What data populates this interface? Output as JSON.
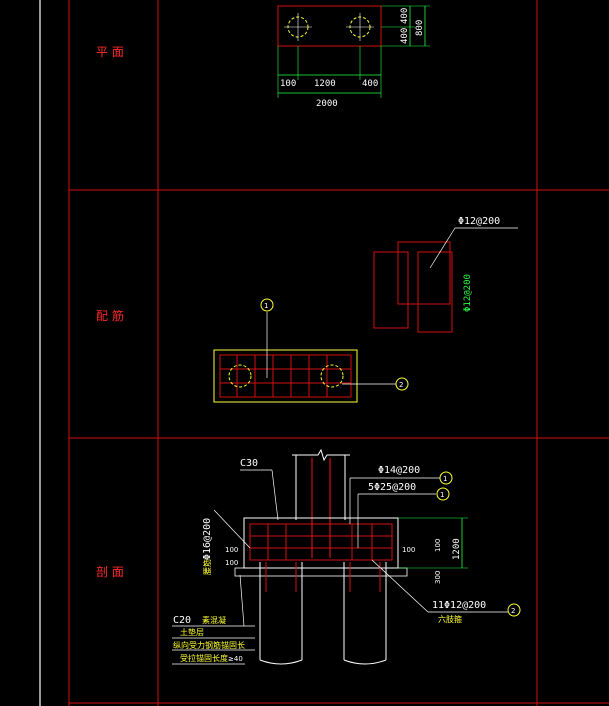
{
  "rows": {
    "plan_label": "平 面",
    "reinforcement_label": "配 筋",
    "section_label": "剖 面"
  },
  "plan": {
    "dim_top_left": "100",
    "dim_top_mid": "1200",
    "dim_top_right": "400",
    "dim_total": "2000",
    "dim_side_a": "400",
    "dim_side_b": "400",
    "dim_side_total": "800"
  },
  "rebar": {
    "detail_label_top": "Φ12@200",
    "detail_label_side": "Φ12@200",
    "bubble_1": "1",
    "bubble_2": "2"
  },
  "section": {
    "concrete_top": "C30",
    "bar_label_1": "Φ14@200",
    "bar_label_2": "5Φ25@200",
    "bar_label_3": "11Φ12@200",
    "bar_note_3": "六肢箍",
    "bubble_1": "1",
    "bubble_1b": "1",
    "bubble_2": "2",
    "left_vert_label": "Φ16@200",
    "left_vert_note": "腰筋",
    "dim_100_a": "100",
    "dim_100_b": "100",
    "dim_100_c": "100",
    "dim_1200": "1200",
    "dim_100_d": "100",
    "dim_300": "300",
    "concrete_bottom": "C20",
    "bottom_note_1": "素混凝",
    "bottom_note_2": "土垫层",
    "bottom_note_3": "纵向受力钢筋锚固长",
    "bottom_note_4": "受拉锚固长度",
    "bottom_note_5": "≥40"
  }
}
